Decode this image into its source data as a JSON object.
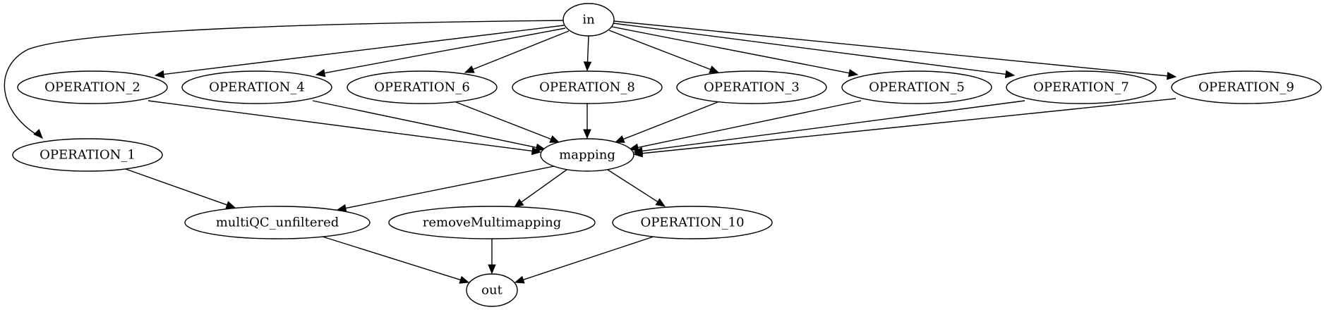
{
  "nodes": {
    "in": {
      "label": "in"
    },
    "op1": {
      "label": "OPERATION_1"
    },
    "op2": {
      "label": "OPERATION_2"
    },
    "op3": {
      "label": "OPERATION_3"
    },
    "op4": {
      "label": "OPERATION_4"
    },
    "op5": {
      "label": "OPERATION_5"
    },
    "op6": {
      "label": "OPERATION_6"
    },
    "op7": {
      "label": "OPERATION_7"
    },
    "op8": {
      "label": "OPERATION_8"
    },
    "op9": {
      "label": "OPERATION_9"
    },
    "op10": {
      "label": "OPERATION_10"
    },
    "mapping": {
      "label": "mapping"
    },
    "multiqc": {
      "label": "multiQC_unfiltered"
    },
    "remove": {
      "label": "removeMultimapping"
    },
    "out": {
      "label": "out"
    }
  },
  "edges": [
    {
      "from": "in",
      "to": "op1"
    },
    {
      "from": "in",
      "to": "op2"
    },
    {
      "from": "in",
      "to": "op4"
    },
    {
      "from": "in",
      "to": "op6"
    },
    {
      "from": "in",
      "to": "op8"
    },
    {
      "from": "in",
      "to": "op3"
    },
    {
      "from": "in",
      "to": "op5"
    },
    {
      "from": "in",
      "to": "op7"
    },
    {
      "from": "in",
      "to": "op9"
    },
    {
      "from": "op2",
      "to": "mapping"
    },
    {
      "from": "op4",
      "to": "mapping"
    },
    {
      "from": "op6",
      "to": "mapping"
    },
    {
      "from": "op8",
      "to": "mapping"
    },
    {
      "from": "op3",
      "to": "mapping"
    },
    {
      "from": "op5",
      "to": "mapping"
    },
    {
      "from": "op7",
      "to": "mapping"
    },
    {
      "from": "op9",
      "to": "mapping"
    },
    {
      "from": "op1",
      "to": "multiqc"
    },
    {
      "from": "mapping",
      "to": "multiqc"
    },
    {
      "from": "mapping",
      "to": "remove"
    },
    {
      "from": "mapping",
      "to": "op10"
    },
    {
      "from": "multiqc",
      "to": "out"
    },
    {
      "from": "remove",
      "to": "out"
    },
    {
      "from": "op10",
      "to": "out"
    }
  ]
}
